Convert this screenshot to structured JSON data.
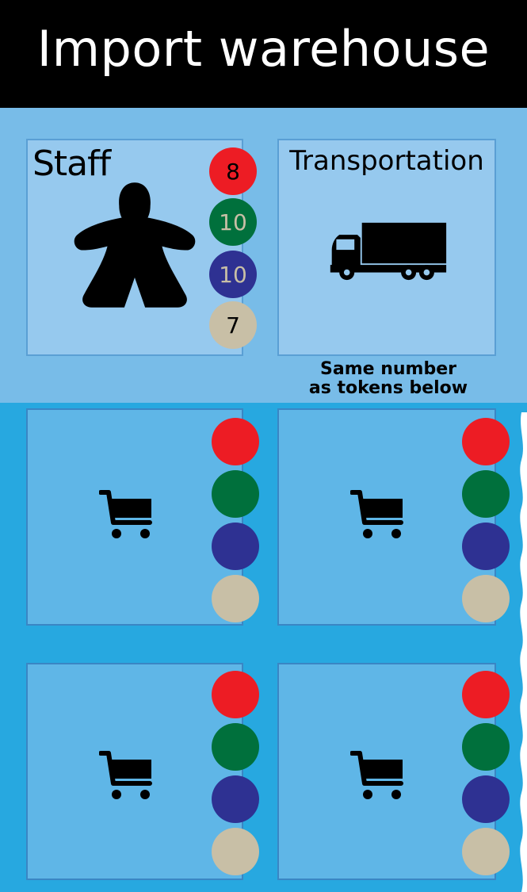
{
  "header": {
    "title": "Import warehouse"
  },
  "staff_card": {
    "title": "Staff",
    "icon": "meeple-icon",
    "counts": [
      {
        "color": "red",
        "value": "8"
      },
      {
        "color": "green",
        "value": "10"
      },
      {
        "color": "blue",
        "value": "10"
      },
      {
        "color": "beige",
        "value": "7"
      }
    ]
  },
  "transport_card": {
    "title": "Transportation",
    "icon": "truck-icon",
    "note_line1": "Same number",
    "note_line2": "as tokens below"
  },
  "cart_cards": [
    {
      "icon": "shopping-cart-icon",
      "tokens": [
        "red",
        "green",
        "blue",
        "beige"
      ]
    },
    {
      "icon": "shopping-cart-icon",
      "tokens": [
        "red",
        "green",
        "blue",
        "beige"
      ]
    },
    {
      "icon": "shopping-cart-icon",
      "tokens": [
        "red",
        "green",
        "blue",
        "beige"
      ]
    },
    {
      "icon": "shopping-cart-icon",
      "tokens": [
        "red",
        "green",
        "blue",
        "beige"
      ]
    }
  ],
  "colors": {
    "header_bg": "#000000",
    "top_band": "#78bce8",
    "bottom_band": "#27a8e0",
    "card_top": "#96c9ee",
    "card_bottom": "#5fb6e7",
    "red": "#ed1c24",
    "green": "#00703c",
    "blue": "#2e3192",
    "beige": "#c8bfa6",
    "staff_red_text": "#000000",
    "staff_green_text": "#c8bfa6",
    "staff_blue_text": "#c8bfa6",
    "staff_beige_text": "#000000"
  }
}
